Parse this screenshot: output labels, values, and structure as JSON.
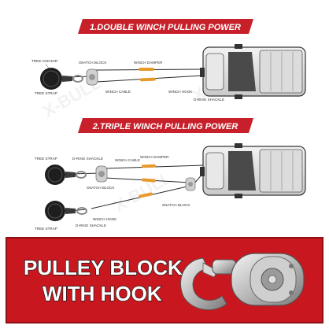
{
  "section1": {
    "title": "1.DOUBLE WINCH PULLING POWER",
    "labels": {
      "tree_anchor": "TREE ANCHOR",
      "snatch_block": "SNATCH BLOCK",
      "winch_damper": "WINCH DAMPER",
      "tree_strap": "TREE STRAP",
      "winch_cable": "WINCH CABLE",
      "winch_hook": "WINCH HOOK",
      "d_ring_shackle": "D-RING SHACKLE"
    }
  },
  "section2": {
    "title": "2.TRIPLE WINCH PULLING POWER",
    "labels": {
      "tree_strap_top": "TREE STRAP",
      "d_ring_shackle_top": "D-RING SHACKLE",
      "winch_cable": "WINCH CABLE",
      "winch_damper": "WINCH DAMPER",
      "snatch_block_left": "SNATCH BLOCK",
      "snatch_block_right": "SNATCH BLOCK",
      "winch_hook": "WINCH HOOK",
      "d_ring_shackle_bottom": "D-RING SHACKLE",
      "tree_strap_bottom": "TREE STRAP"
    }
  },
  "promo": {
    "line1": "PULLEY BLOCK",
    "line2": "WITH HOOK"
  },
  "colors": {
    "banner_red": "#c8202a",
    "promo_red": "#c8171e",
    "damper_orange": "#e89a2a",
    "tree_dark": "#1e1e1e"
  }
}
